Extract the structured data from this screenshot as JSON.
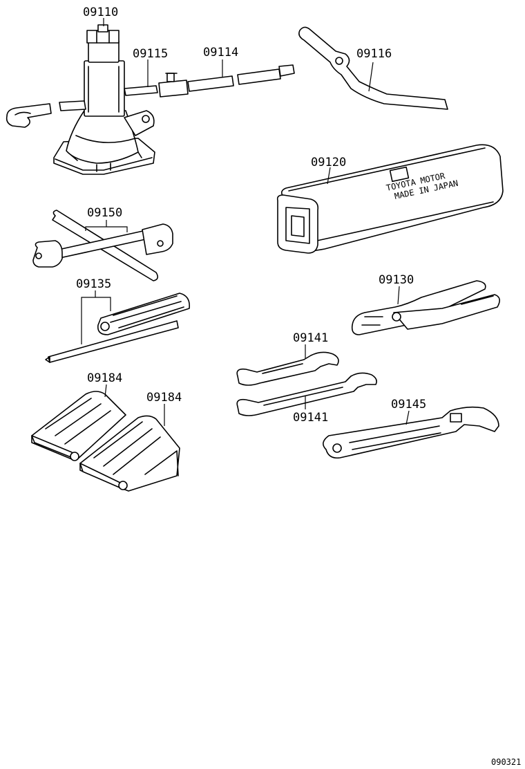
{
  "parts": {
    "p09110": "09110",
    "p09115": "09115",
    "p09114": "09114",
    "p09116": "09116",
    "p09120": "09120",
    "p09150": "09150",
    "p09135": "09135",
    "p09130": "09130",
    "p09141_upper": "09141",
    "p09141_lower": "09141",
    "p09145": "09145",
    "p09184_left": "09184",
    "p09184_right": "09184"
  },
  "case_print": [
    "TOYOTA MOTOR",
    "MADE IN JAPAN"
  ],
  "diagram_code": "090321"
}
